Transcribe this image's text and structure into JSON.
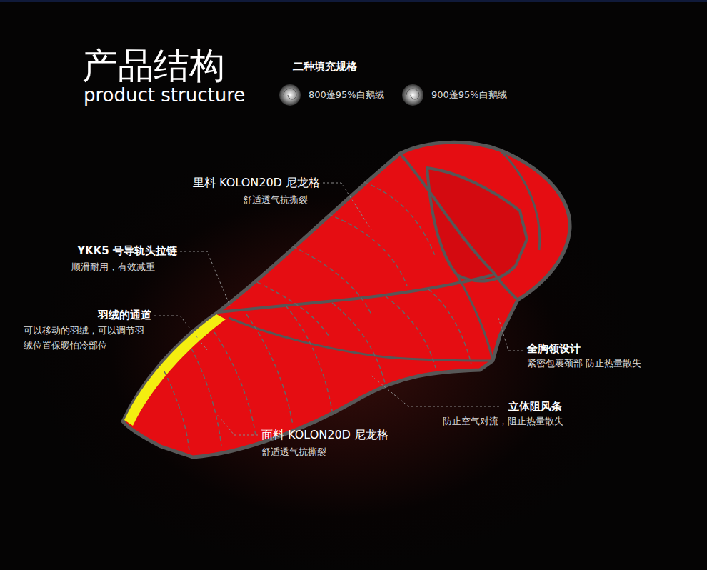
{
  "diagram": {
    "title": "产品结构",
    "labels": [
      "product structure",
      "二种填充规格",
      "800蓬95%白鹅绒",
      "900蓬95%白鹅绒",
      "里料 KOLON20D 尼龙格",
      "舒适透气抗撕裂",
      "YKK5 号导轨头拉链",
      "顺滑耐用，有效减重",
      "羽绒的通道",
      "可以移动的羽绒，可以调节羽 绒位置保暖怕冷部位",
      "全胸领设计",
      "紧密包裹颈部 防止热量散失",
      "立体阻风条",
      "防止空气对流，阻止热量散失",
      "面料 KOLON20D 尼龙格",
      "舒适透气抗撕裂"
    ]
  }
}
